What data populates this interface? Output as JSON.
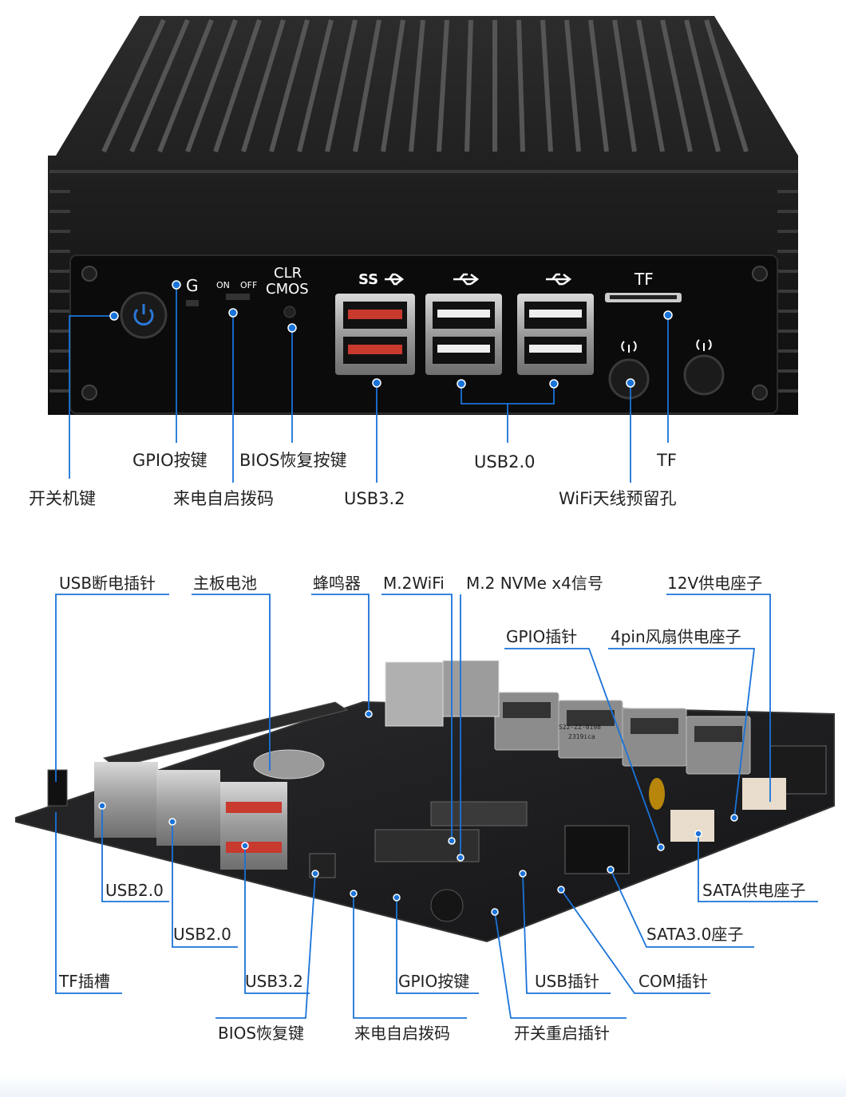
{
  "front_panel": {
    "device_marks": {
      "g": "G",
      "on": "ON",
      "off": "OFF",
      "clr": "CLR",
      "cmos": "CMOS",
      "ss": "SS",
      "tf": "TF"
    },
    "labels": {
      "power_button": "开关机键",
      "gpio_button": "GPIO按键",
      "auto_power_switch": "来电自启拨码",
      "bios_reset_button": "BIOS恢复按键",
      "usb32": "USB3.2",
      "usb20": "USB2.0",
      "wifi_antenna": "WiFi天线预留孔",
      "tf": "TF"
    }
  },
  "motherboard": {
    "labels": {
      "usb_power_pin": "USB断电插针",
      "battery": "主板电池",
      "buzzer": "蜂鸣器",
      "m2_wifi": "M.2WiFi",
      "m2_nvme": "M.2 NVMe x4信号",
      "v12_power": "12V供电座子",
      "gpio_pin": "GPIO插针",
      "fan_header": "4pin风扇供电座子",
      "sata_power": "SATA供电座子",
      "sata3": "SATA3.0座子",
      "usb20_a": "USB2.0",
      "usb20_b": "USB2.0",
      "tf_slot": "TF插槽",
      "usb32": "USB3.2",
      "gpio_button": "GPIO按键",
      "usb_pin": "USB插针",
      "com_pin": "COM插针",
      "bios_key": "BIOS恢复键",
      "auto_power": "来电自启拨码",
      "power_reset_pin": "开关重启插针"
    },
    "chip_marks": [
      "S22-ZZ-0198",
      "2319ica"
    ]
  },
  "colors": {
    "callout": "#1a73d9",
    "case": "#151515",
    "board": "#1c1c1e",
    "usb3_port": "#c8392e"
  }
}
